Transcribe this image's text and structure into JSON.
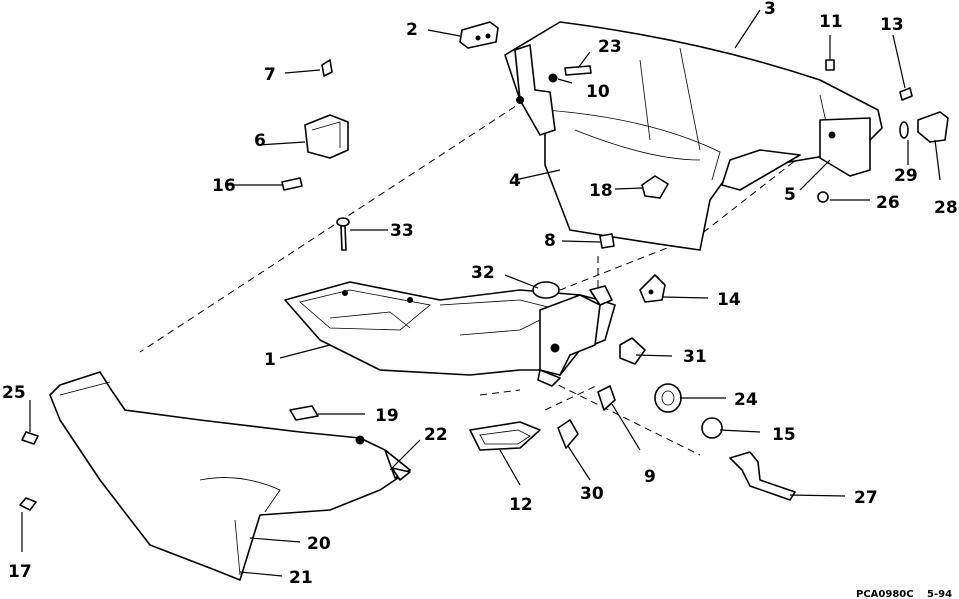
{
  "callouts": {
    "c1": "1",
    "c2": "2",
    "c3": "3",
    "c4": "4",
    "c5": "5",
    "c6": "6",
    "c7": "7",
    "c8": "8",
    "c9": "9",
    "c10": "10",
    "c11": "11",
    "c12": "12",
    "c13": "13",
    "c14": "14",
    "c15": "15",
    "c16": "16",
    "c17": "17",
    "c18": "18",
    "c19": "19",
    "c20": "20",
    "c21": "21",
    "c22": "22",
    "c23": "23",
    "c24": "24",
    "c25": "25",
    "c26": "26",
    "c27": "27",
    "c28": "28",
    "c29": "29",
    "c30": "30",
    "c31": "31",
    "c32": "32",
    "c33": "33"
  },
  "footer": {
    "drawing_code": "PCA0980C",
    "date": "5-94"
  }
}
